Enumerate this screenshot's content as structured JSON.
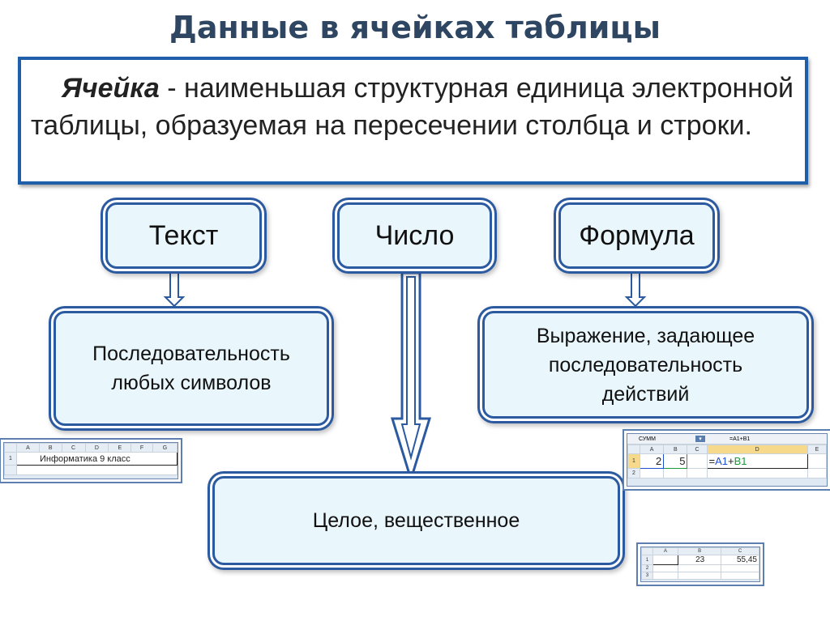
{
  "title": "Данные в ячейках таблицы",
  "definition": {
    "term": "Ячейка",
    "text": " - наименьшая структурная единица электронной  таблицы, образуемая на пересечении столбца и строки."
  },
  "types": {
    "text": {
      "label": "Текст",
      "description": "Последовательность любых символов"
    },
    "number": {
      "label": "Число",
      "description": "Целое, вещественное"
    },
    "formula": {
      "label": "Формула",
      "description": "Выражение, задающее последовательность действий"
    }
  },
  "sheet_text": {
    "cols": [
      "",
      "A",
      "B",
      "C",
      "D",
      "E",
      "F",
      "G"
    ],
    "row": "1",
    "value": "Информатика 9 класс"
  },
  "sheet_formula": {
    "name_box": "СУММ",
    "formula_bar": "=A1+B1",
    "cols": [
      "",
      "A",
      "B",
      "C",
      "D",
      "E"
    ],
    "row1": [
      "1",
      "2",
      "5",
      "",
      "=A1+B1",
      ""
    ],
    "row2": [
      "2",
      "",
      "",
      "",
      "",
      ""
    ]
  },
  "sheet_number": {
    "cols": [
      "",
      "A",
      "B",
      "C"
    ],
    "row1": [
      "1",
      "",
      "23",
      "55,45"
    ],
    "row2": [
      "2",
      "",
      "",
      ""
    ],
    "row3": [
      "3",
      "",
      "",
      ""
    ]
  },
  "colors": {
    "title": "#2e4661",
    "border": "#2c5aa0",
    "box_fill": "#e9f6fb",
    "formula_a1": "#1f4fd1",
    "formula_b1": "#1a9a3a"
  }
}
